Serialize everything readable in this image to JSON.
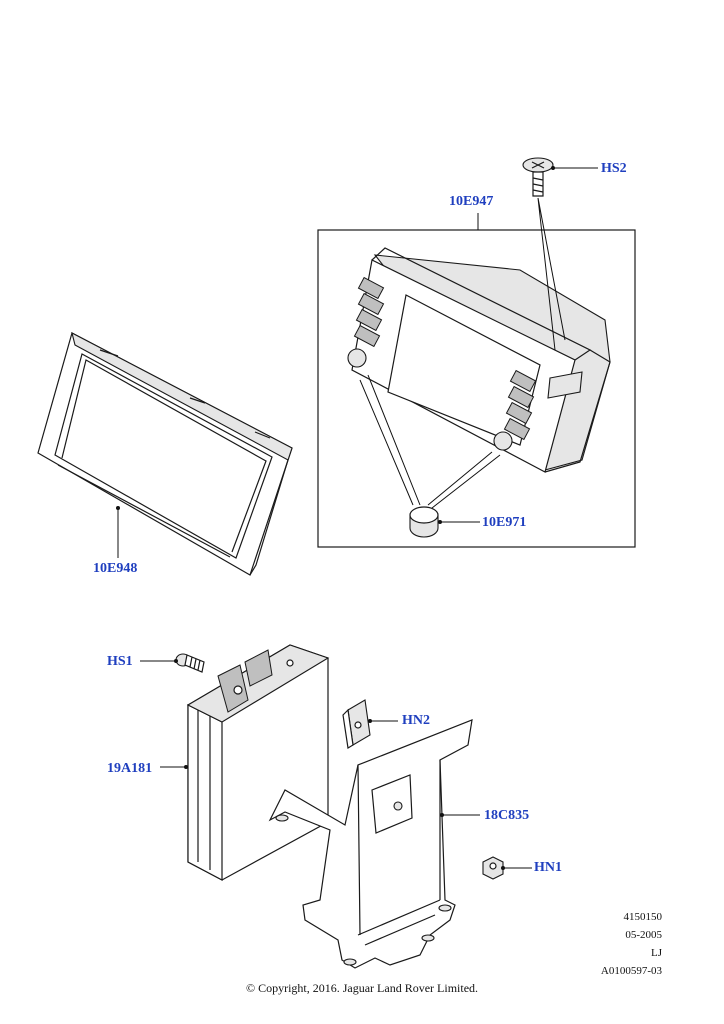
{
  "labels": {
    "hs2": "HS2",
    "e947": "10E947",
    "e948": "10E948",
    "e971": "10E971",
    "hs1": "HS1",
    "hn2": "HN2",
    "a181": "19A181",
    "c835": "18C835",
    "hn1": "HN1"
  },
  "meta": {
    "code": "4150150",
    "date": "05-2005",
    "initials": "LJ",
    "ref": "A0100597-03"
  },
  "copyright": "© Copyright, 2016. Jaguar Land Rover Limited."
}
